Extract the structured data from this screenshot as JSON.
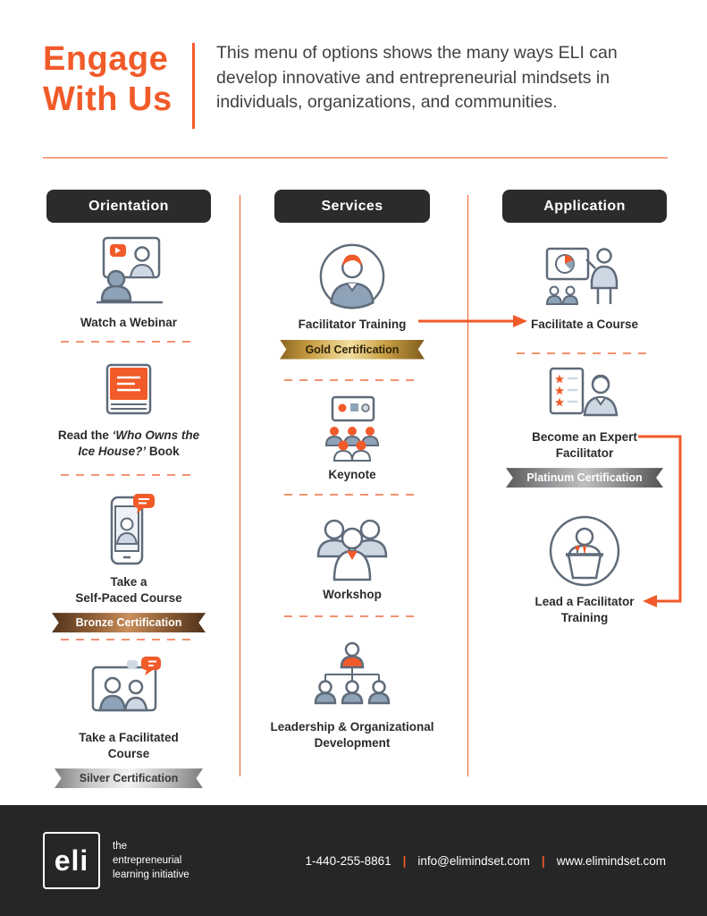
{
  "header": {
    "title": "Engage\nWith Us",
    "description": "This menu of options shows the many ways ELI can develop innovative and entrepreneurial mindsets in individuals, organizations, and communities."
  },
  "columns": [
    {
      "header": "Orientation",
      "items": [
        {
          "icon": "webinar-icon",
          "label": "Watch a Webinar"
        },
        {
          "icon": "book-icon",
          "label_prefix": "Read the ",
          "label_italic": "‘Who Owns the\nIce House?’",
          "label_suffix": " Book"
        },
        {
          "icon": "self-paced-course-icon",
          "label": "Take a\nSelf-Paced Course",
          "ribbon": "Bronze Certification",
          "ribbon_style": "bronze"
        },
        {
          "icon": "facilitated-course-icon",
          "label": "Take a Facilitated\nCourse",
          "ribbon": "Silver Certification",
          "ribbon_style": "silver"
        }
      ]
    },
    {
      "header": "Services",
      "items": [
        {
          "icon": "facilitator-training-icon",
          "label": "Facilitator Training",
          "ribbon": "Gold Certification",
          "ribbon_style": "gold"
        },
        {
          "icon": "keynote-icon",
          "label": "Keynote"
        },
        {
          "icon": "workshop-icon",
          "label": "Workshop"
        },
        {
          "icon": "org-development-icon",
          "label": "Leadership & Organizational\nDevelopment"
        }
      ]
    },
    {
      "header": "Application",
      "items": [
        {
          "icon": "facilitate-course-icon",
          "label": "Facilitate a Course"
        },
        {
          "icon": "expert-facilitator-icon",
          "label": "Become an Expert\nFacilitator",
          "ribbon": "Platinum Certification",
          "ribbon_style": "platinum"
        },
        {
          "icon": "lead-training-icon",
          "label": "Lead a Facilitator\nTraining"
        }
      ]
    }
  ],
  "footer": {
    "logo_text": "eli",
    "tagline": "the\nentrepreneurial\nlearning initiative",
    "phone": "1-440-255-8861",
    "separator": "|",
    "email": "info@elimindset.com",
    "website": "www.elimindset.com"
  },
  "colors": {
    "accent": "#F15A29",
    "dark": "#2B2B2B",
    "footer_bg": "#262626",
    "gold": "#CAA045",
    "bronze": "#8A5A33",
    "silver": "#C9C9C9",
    "platinum": "#8F8F92"
  }
}
